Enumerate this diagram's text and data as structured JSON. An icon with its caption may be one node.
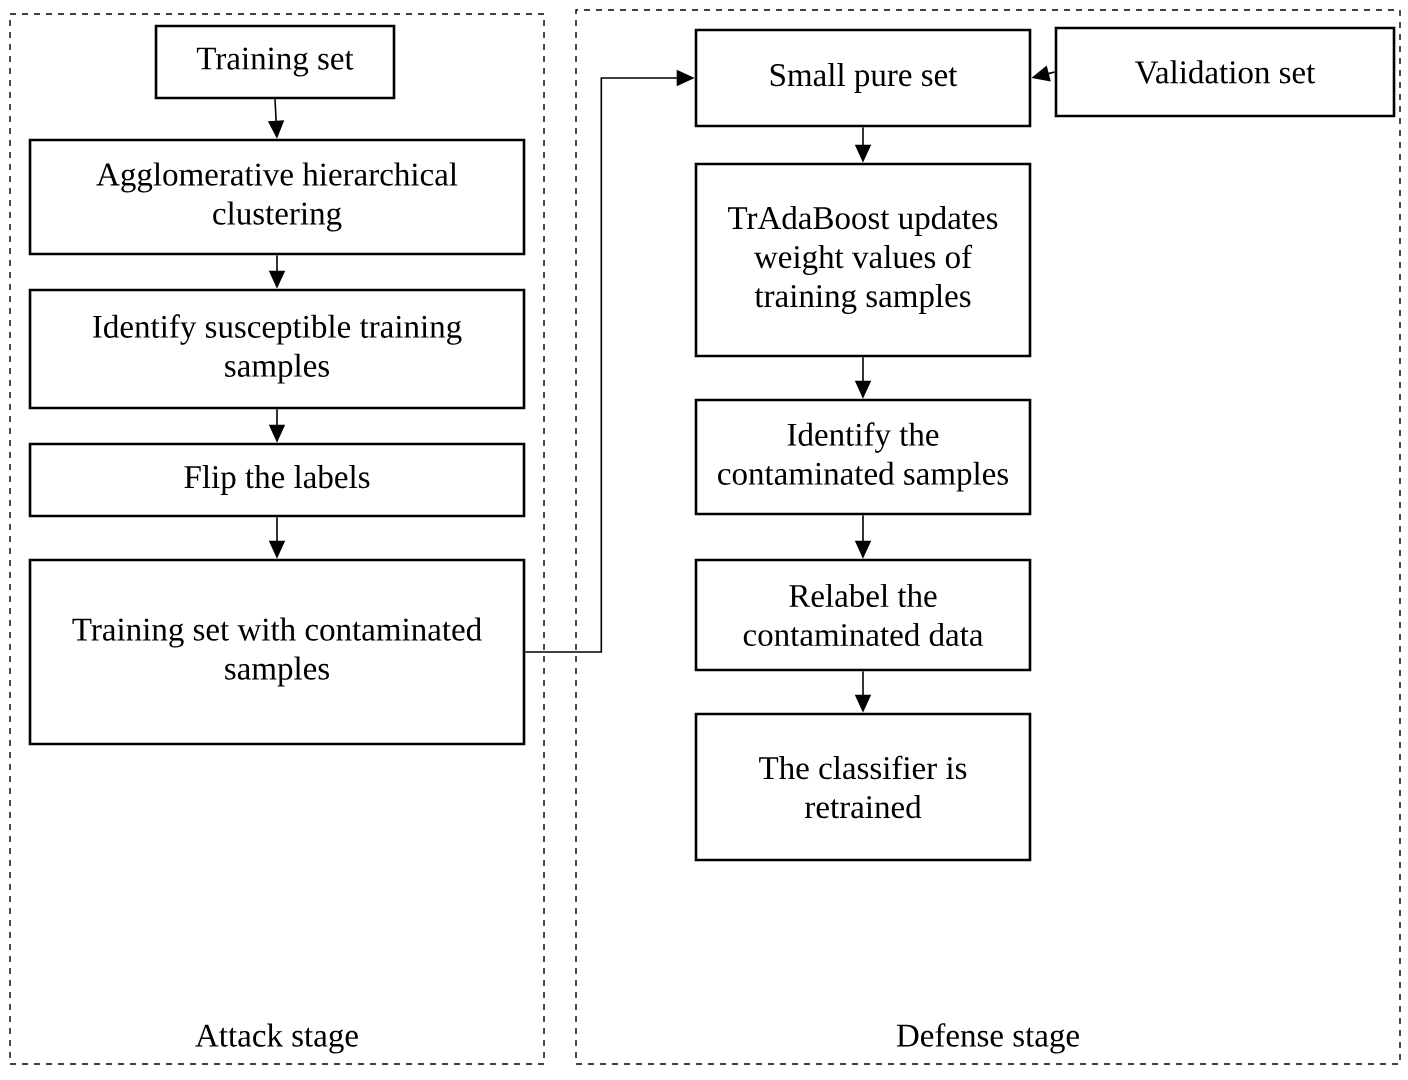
{
  "diagram": {
    "nodes": [
      {
        "text": [
          "Attack stage"
        ]
      },
      {
        "text": [
          "Training set"
        ],
        "in": 0
      },
      {
        "text": [
          "Agglomerative hierarchical clustering"
        ],
        "in": 0
      },
      {
        "text": [
          "Identify susceptible training samples"
        ],
        "in": 0
      },
      {
        "text": [
          "Flip the labels"
        ],
        "in": 0
      },
      {
        "text": [
          "Training set with contaminated samples"
        ],
        "in": 0
      },
      {
        "text": [
          "Defense stage"
        ]
      },
      {
        "text": [
          "Small pure set"
        ],
        "in": 6
      },
      {
        "text": [
          "Validation set"
        ],
        "in": 6
      },
      {
        "text": [
          "TrAdaBoost updates weight values of training samples"
        ],
        "in": 6
      },
      {
        "text": [
          "Identify the contaminated samples"
        ],
        "in": 6
      },
      {
        "text": [
          "Relabel the contaminated data"
        ],
        "in": 6
      },
      {
        "text": [
          "The classifier is retrained"
        ],
        "in": 6
      }
    ],
    "edges": [
      {
        "from": 1,
        "to": 2,
        "arrow": "to"
      },
      {
        "from": 2,
        "to": 3,
        "arrow": "to"
      },
      {
        "from": 3,
        "to": 4,
        "arrow": "to"
      },
      {
        "from": 4,
        "to": 5,
        "arrow": "to"
      },
      {
        "from": 5,
        "to": 7,
        "arrow": "to"
      },
      {
        "from": 8,
        "to": 7,
        "arrow": "to"
      },
      {
        "from": 7,
        "to": 9,
        "arrow": "to"
      },
      {
        "from": 9,
        "to": 10,
        "arrow": "to"
      },
      {
        "from": 10,
        "to": 11,
        "arrow": "to"
      },
      {
        "from": 11,
        "to": 12,
        "arrow": "to"
      }
    ]
  }
}
